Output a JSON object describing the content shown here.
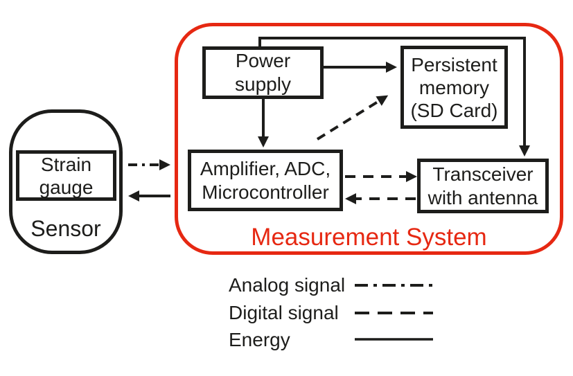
{
  "diagram": {
    "sensor": {
      "caption": "Sensor",
      "strain_gauge_label": "Strain\ngauge"
    },
    "measurement_system": {
      "caption": "Measurement System",
      "power_supply_label": "Power\nsupply",
      "persistent_memory_label": "Persistent\nmemory\n(SD Card)",
      "amplifier_label": "Amplifier, ADC,\nMicrocontroller",
      "transceiver_label": "Transceiver\nwith antenna"
    },
    "legend": {
      "items": [
        {
          "label": "Analog signal",
          "line_style": "dash-dot"
        },
        {
          "label": "Digital signal",
          "line_style": "dashed"
        },
        {
          "label": "Energy",
          "line_style": "solid"
        }
      ]
    },
    "connections": [
      {
        "from": "strain-gauge",
        "to": "amplifier",
        "type": "analog"
      },
      {
        "from": "measurement-system",
        "to": "strain-gauge",
        "type": "energy"
      },
      {
        "from": "power-supply",
        "to": "persistent-memory",
        "type": "energy"
      },
      {
        "from": "power-supply",
        "to": "amplifier",
        "type": "energy"
      },
      {
        "from": "power-supply",
        "to": "transceiver",
        "type": "energy"
      },
      {
        "from": "amplifier",
        "to": "persistent-memory",
        "type": "digital"
      },
      {
        "from": "amplifier",
        "to": "transceiver",
        "type": "digital"
      },
      {
        "from": "transceiver",
        "to": "amplifier",
        "type": "digital"
      }
    ],
    "colors": {
      "ink": "#1d1d1b",
      "accent_red": "#e62812",
      "background": "#ffffff"
    }
  }
}
